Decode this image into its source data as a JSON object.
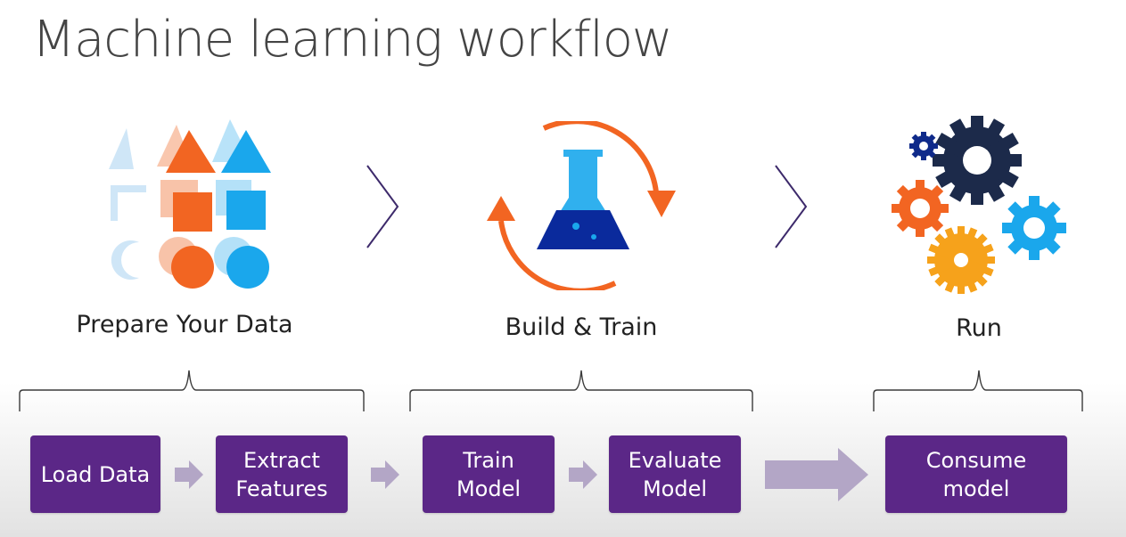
{
  "title": "Machine learning workflow",
  "stages": [
    {
      "label": "Prepare Your Data",
      "icon": "shapes-icon"
    },
    {
      "label": "Build & Train",
      "icon": "flask-cycle-icon"
    },
    {
      "label": "Run",
      "icon": "gears-icon"
    }
  ],
  "steps": [
    {
      "label": "Load Data"
    },
    {
      "label": "Extract\nFeatures"
    },
    {
      "label": "Train\nModel"
    },
    {
      "label": "Evaluate\nModel"
    },
    {
      "label": "Consume\nmodel"
    }
  ],
  "colors": {
    "step_fill": "#5b2787",
    "arrow": "#b3a6c6",
    "chevron": "#3d2a6b",
    "orange": "#f26522",
    "blue": "#1aa7ec",
    "navy": "#0f2a5a",
    "gold": "#f6a21b"
  }
}
